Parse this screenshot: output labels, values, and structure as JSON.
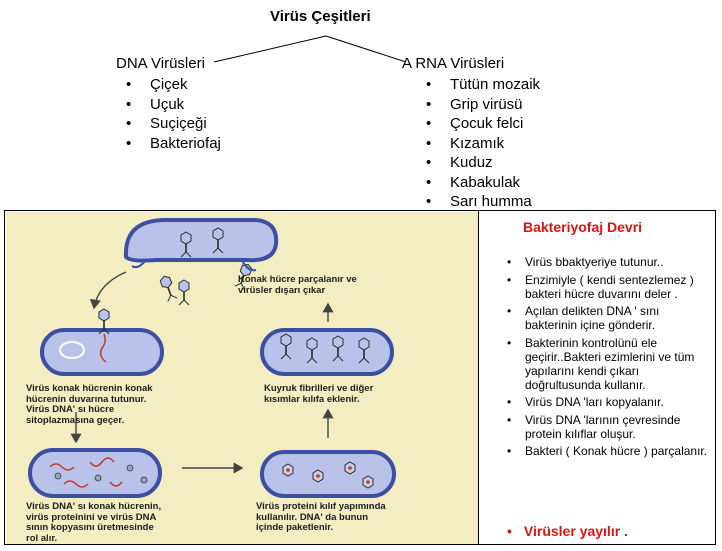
{
  "title": "Virüs Çeşitleri",
  "dna": {
    "heading": "DNA Virüsleri",
    "items": [
      "Çiçek",
      "Uçuk",
      "Suçiçeği",
      "Bakteriofaj"
    ]
  },
  "rna": {
    "heading": "A RNA Virüsleri",
    "items": [
      "Tütün mozaik",
      "Grip virüsü",
      "Çocuk felci",
      "Kızamık",
      "Kuduz",
      "Kabakulak",
      "Sarı humma"
    ]
  },
  "figure": {
    "captions": {
      "c1": [
        "Virüs konak hücrenin konak",
        "hücrenin duvarına tutunur.",
        "Virüs DNA' sı hücre",
        "sitoplazmasına geçer."
      ],
      "c2": [
        "Virüs DNA' sı konak hücrenin,",
        "virüs proteinini ve virüs DNA",
        "sının  kopyasını üretmesinde",
        "rol alır."
      ],
      "c3": [
        "Virüs proteini kılıf yapımında",
        "kullanılır. DNA' da bunun",
        "içinde paketlenir."
      ],
      "c4": [
        "Kuyruk fibrilleri ve diğer",
        "kısımlar kılıfa eklenir."
      ],
      "c5": [
        "Konak hücre parçalanır ve",
        "virüsler dışarı çıkar"
      ]
    },
    "colors": {
      "background": "#f4edc2",
      "cell_fill": "#b9c3ea",
      "cell_border": "#3c4fa3",
      "dna": "#c0392b"
    }
  },
  "side": {
    "title": "Bakteriyofaj Devri",
    "items": [
      "Virüs bbaktyeriye tutunur..",
      "Enzimiyle ( kendi sentezlemez )  bakteri hücre duvarını deler .",
      " Açılan delikten DNA ' sını bakterinin içine gönderir.",
      "Bakterinin kontrolünü ele geçirir..Bakteri ezimlerini ve tüm yapılarını kendi çıkarı doğrultusunda kullanır.",
      "Virüs DNA 'ları kopyalanır.",
      "Virüs DNA 'larının çevresinde protein kılıflar oluşur.",
      "Bakteri ( Konak hücre ) parçalanır."
    ],
    "final": "Virüsler yayılır .",
    "accent": "#e0120e"
  }
}
